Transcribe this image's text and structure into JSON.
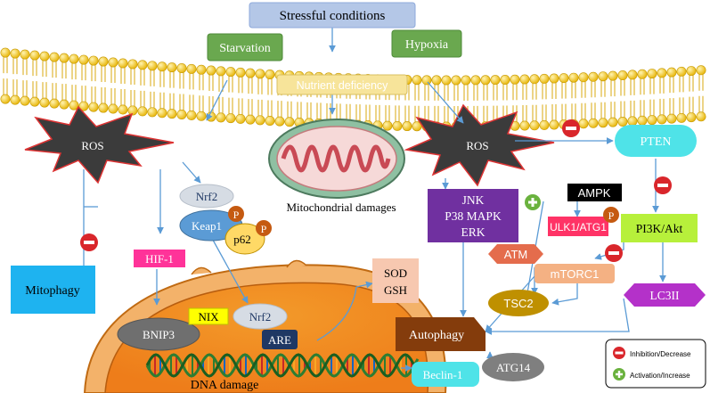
{
  "title": "Stressful conditions",
  "membrane_labels": {
    "starvation": "Starvation",
    "hypoxia": "Hypoxia",
    "nutrient": "Nutrient deficiency"
  },
  "nodes": {
    "ros_left": "ROS",
    "ros_right": "ROS",
    "mito": "Mitochondrial damages",
    "nrf2_top": "Nrf2",
    "keap1": "Keap1",
    "p62": "p62",
    "p": "P",
    "hif1": "HIF-1",
    "mitophagy": "Mitophagy",
    "bnip3": "BNIP3",
    "nix": "NIX",
    "nrf2_nuc": "Nrf2",
    "are": "ARE",
    "dna_damage": "DNA damage",
    "sod_gsh": [
      "SOD",
      "GSH"
    ],
    "jnk": [
      "JNK",
      "P38 MAPK",
      "ERK"
    ],
    "ampk": "AMPK",
    "ulk1": "ULK1/ATG1",
    "atm": "ATM",
    "mtorc1": "mTORC1",
    "tsc2": "TSC2",
    "pten": "PTEN",
    "pi3k": "PI3K/Akt",
    "lc3ii": "LC3II",
    "autophagy": "Autophagy",
    "beclin": "Beclin-1",
    "atg14": "ATG14"
  },
  "legend": {
    "inhibition": "Inhibition/Decrease",
    "activation": "Activation/Increase"
  },
  "colors": {
    "membrane": "#f3c81f",
    "inhibition": "#d9262b",
    "activation": "#6ab23e",
    "arrow": "#5b9bd5"
  }
}
